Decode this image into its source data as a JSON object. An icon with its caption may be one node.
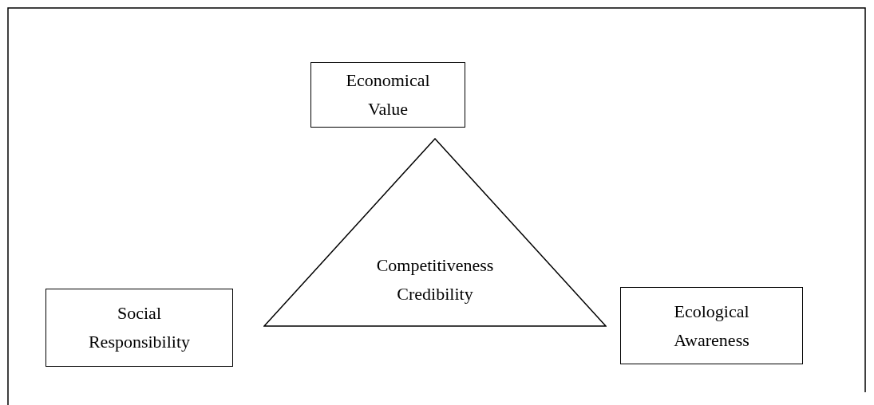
{
  "diagram": {
    "nodes": [
      {
        "text": [
          "Economical Value"
        ]
      },
      {
        "text": [
          "Competitiveness Credibility"
        ]
      },
      {
        "text": [
          "Social Responsibility"
        ]
      },
      {
        "text": [
          "Ecological Awareness"
        ]
      }
    ]
  }
}
